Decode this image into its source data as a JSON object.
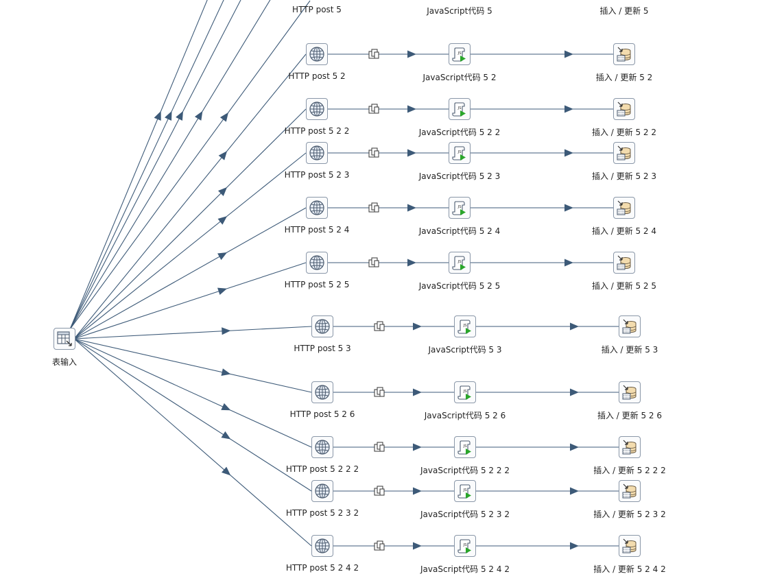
{
  "canvas": {
    "colors": {
      "hop": "#3d5a78",
      "node_border": "#8a97a8",
      "js_green": "#2aa62a",
      "db_fill": "#f3dcae"
    }
  },
  "source_step": {
    "label": "表输入",
    "icon": "table-input-icon"
  },
  "rows": [
    {
      "http": "HTTP post 5",
      "js": "JavaScript代码 5",
      "db": "插入 / 更新 5",
      "icons_visible": false
    },
    {
      "http": "HTTP post 5 2",
      "js": "JavaScript代码 5 2",
      "db": "插入 / 更新 5 2",
      "icons_visible": true
    },
    {
      "http": "HTTP post 5 2 2",
      "js": "JavaScript代码 5 2 2",
      "db": "插入 / 更新 5 2 2",
      "icons_visible": true
    },
    {
      "http": "HTTP post 5 2 3",
      "js": "JavaScript代码 5 2 3",
      "db": "插入 / 更新 5 2 3",
      "icons_visible": true
    },
    {
      "http": "HTTP post 5 2 4",
      "js": "JavaScript代码 5 2 4",
      "db": "插入 / 更新 5 2 4",
      "icons_visible": true
    },
    {
      "http": "HTTP post 5 2 5",
      "js": "JavaScript代码 5 2 5",
      "db": "插入 / 更新 5 2 5",
      "icons_visible": true
    },
    {
      "http": "HTTP post 5 3",
      "js": "JavaScript代码 5 3",
      "db": "插入 / 更新 5 3",
      "icons_visible": true
    },
    {
      "http": "HTTP post 5 2 6",
      "js": "JavaScript代码 5 2 6",
      "db": "插入 / 更新 5 2 6",
      "icons_visible": true
    },
    {
      "http": "HTTP post 5 2 2 2",
      "js": "JavaScript代码 5 2 2 2",
      "db": "插入 / 更新 5 2 2 2",
      "icons_visible": true
    },
    {
      "http": "HTTP post 5 2 3 2",
      "js": "JavaScript代码 5 2 3 2",
      "db": "插入 / 更新 5 2 3 2",
      "icons_visible": true
    },
    {
      "http": "HTTP post 5 2 4 2",
      "js": "JavaScript代码 5 2 4 2",
      "db": "插入 / 更新 5 2 4 2",
      "icons_visible": true
    }
  ],
  "icons": {
    "http": "globe-icon",
    "js": "javascript-script-icon",
    "db": "database-update-icon",
    "hop_copy": "copy-rows-icon"
  }
}
